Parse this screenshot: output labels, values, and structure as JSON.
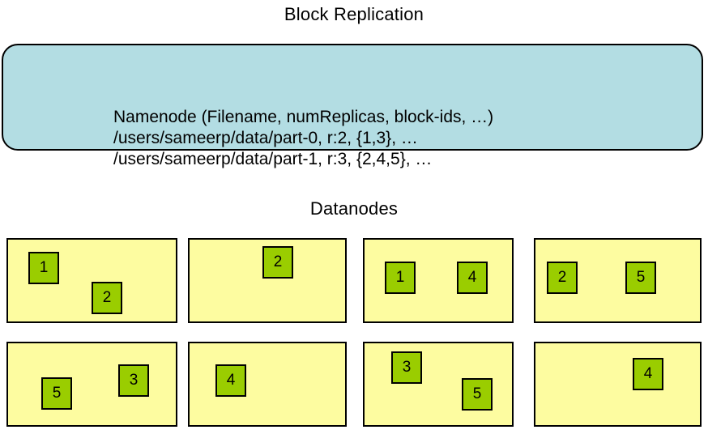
{
  "diagram": {
    "title": "Block Replication",
    "section_title": "Datanodes",
    "colors": {
      "namenode_fill": "#b3dde3",
      "datanode_fill": "#fdfca0",
      "block_fill": "#9acd00",
      "stroke": "#000000",
      "background": "#ffffff"
    }
  },
  "namenode": {
    "header": "Namenode (Filename, numReplicas, block-ids, …)",
    "files": [
      {
        "line": "/users/sameerp/data/part-0, r:2, {1,3}, …",
        "path": "/users/sameerp/data/part-0",
        "replicas": "r:2",
        "block_ids": "{1,3}",
        "ellipsis": "…"
      },
      {
        "line": "/users/sameerp/data/part-1, r:3, {2,4,5}, …",
        "path": "/users/sameerp/data/part-1",
        "replicas": "r:3",
        "block_ids": "{2,4,5}",
        "ellipsis": "…"
      }
    ]
  },
  "datanodes": [
    {
      "id": "datanode-1",
      "row": 1,
      "col": 1,
      "blocks": [
        {
          "label": "1"
        },
        {
          "label": "2"
        }
      ]
    },
    {
      "id": "datanode-2",
      "row": 1,
      "col": 2,
      "blocks": [
        {
          "label": "2"
        }
      ]
    },
    {
      "id": "datanode-3",
      "row": 1,
      "col": 3,
      "blocks": [
        {
          "label": "1"
        },
        {
          "label": "4"
        }
      ]
    },
    {
      "id": "datanode-4",
      "row": 1,
      "col": 4,
      "blocks": [
        {
          "label": "2"
        },
        {
          "label": "5"
        }
      ]
    },
    {
      "id": "datanode-5",
      "row": 2,
      "col": 1,
      "blocks": [
        {
          "label": "5"
        },
        {
          "label": "3"
        }
      ]
    },
    {
      "id": "datanode-6",
      "row": 2,
      "col": 2,
      "blocks": [
        {
          "label": "4"
        }
      ]
    },
    {
      "id": "datanode-7",
      "row": 2,
      "col": 3,
      "blocks": [
        {
          "label": "3"
        },
        {
          "label": "5"
        }
      ]
    },
    {
      "id": "datanode-8",
      "row": 2,
      "col": 4,
      "blocks": [
        {
          "label": "4"
        }
      ]
    }
  ]
}
